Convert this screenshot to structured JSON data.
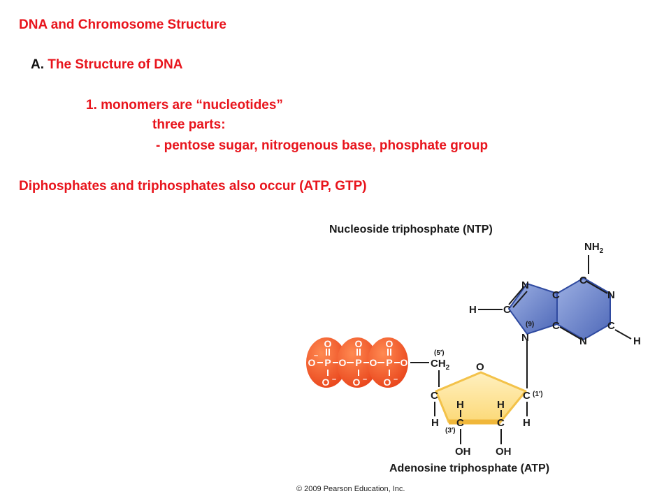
{
  "slide": {
    "title": "DNA and Chromosome Structure",
    "section_a_letter": "A.",
    "section_a_text": "The Structure of DNA",
    "item1_number": "1.",
    "item1_text": "monomers are “nucleotides”",
    "three_parts": "three parts:",
    "parts_list": "- pentose sugar, nitrogenous base, phosphate group",
    "diphosphates": "Diphosphates and triphosphates also occur (ATP, GTP)"
  },
  "diagram": {
    "title": "Nucleoside triphosphate (NTP)",
    "caption": "Adenosine triphosphate (ATP)",
    "copyright": "© 2009 Pearson Education, Inc.",
    "phosphate": {
      "atom_o": "O",
      "atom_p": "P",
      "atom_o_minus": "O",
      "minus_sign": "–",
      "count": 3
    },
    "sugar": {
      "label_5prime": "(5′)",
      "ch": "CH",
      "ch_sub": "2",
      "ring_o": "O",
      "c": "C",
      "h": "H",
      "oh": "OH",
      "label_1prime": "(1′)",
      "label_3prime": "(3′)"
    },
    "base": {
      "nh": "NH",
      "nh_sub": "2",
      "c": "C",
      "n": "N",
      "h": "H",
      "label_9": "(9)"
    },
    "colors": {
      "heading_text": "#e8141c",
      "phosphate_fill": "#e8431a",
      "sugar_fill": "#fde39a",
      "sugar_edge": "#f3c24a",
      "base_fill": "#6f86c9",
      "base_edge": "#2f4aa0"
    }
  }
}
